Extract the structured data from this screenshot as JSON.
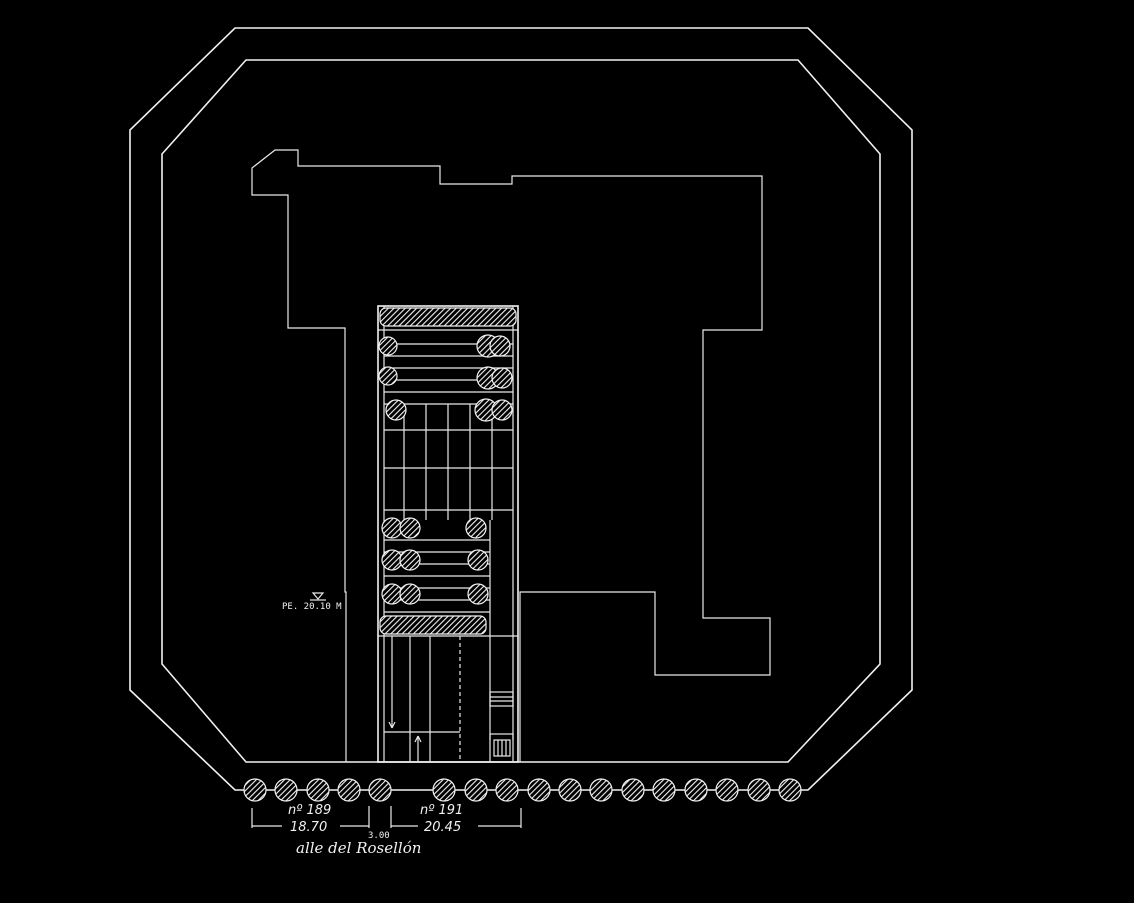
{
  "labels": {
    "lot_left": "nº 189",
    "lot_right": "nº 191",
    "dim_left": "18.70",
    "dim_gap": "3.00",
    "dim_right": "20.45",
    "street": "alle del Rosellón",
    "elevation": "PE. 20.10 M"
  },
  "colors": {
    "background": "#000000",
    "line": "#f2f2f2"
  }
}
